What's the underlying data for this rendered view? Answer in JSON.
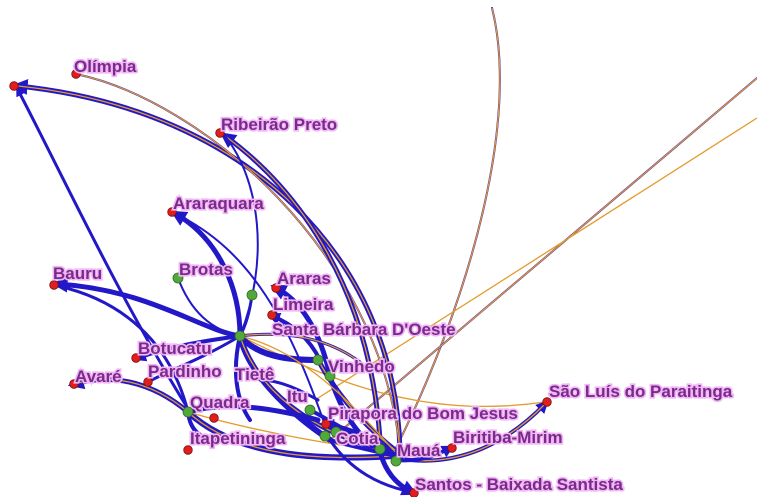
{
  "map": {
    "colors": {
      "edge_main": "#2318c8",
      "edge_secondary": "#e39a2b",
      "node_origin": "#53a83b",
      "node_destination": "#e01e1e",
      "label_text": "#7a2a8a",
      "label_halo": "#f0b6f5"
    },
    "labels": {
      "olimpia": "Olímpia",
      "ribeirao_preto": "Ribeirão Preto",
      "araraquara": "Araraquara",
      "brotas": "Brotas",
      "bauru": "Bauru",
      "araras": "Araras",
      "limeira": "Limeira",
      "santa_barbara": "Santa Bárbara D'Oeste",
      "botucatu": "Botucatu",
      "vinhedo": "Vinhedo",
      "avare": "Avaré",
      "pardinho": "Pardinho",
      "tiete": "Tietê",
      "quadra": "Quadra",
      "itu": "Itu",
      "pirapora": "Pirapora do Bom Jesus",
      "sao_luis": "São Luís do Paraitinga",
      "itapetininga": "Itapetininga",
      "cotia": "Cotia",
      "maua": "Mauá",
      "biritiba": "Biritiba-Mirim",
      "santos": "Santos - Baixada Santista"
    }
  }
}
